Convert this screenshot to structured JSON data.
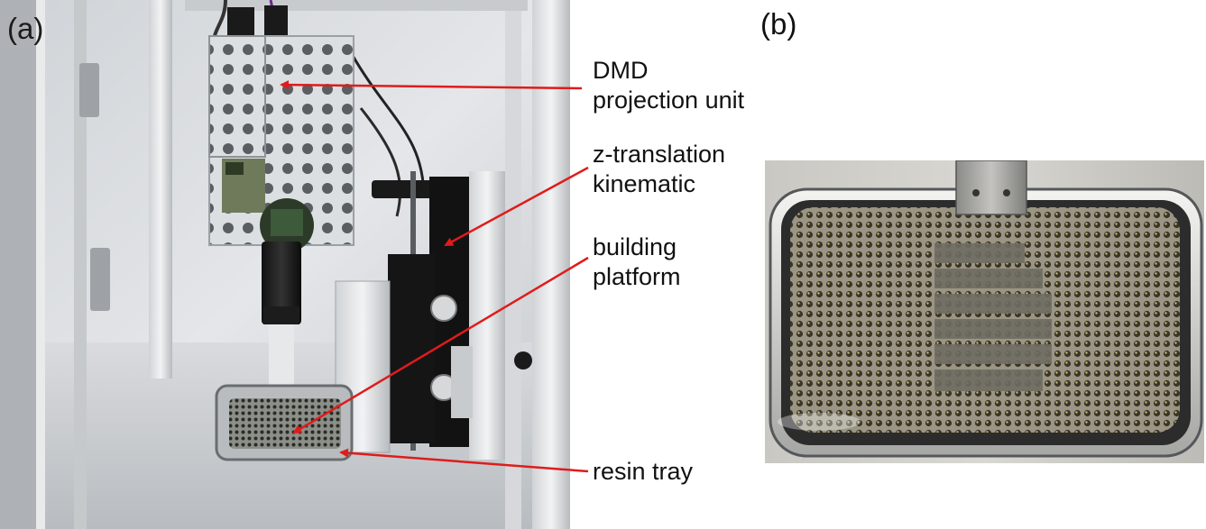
{
  "panels": {
    "a": {
      "label": "(a)"
    },
    "b": {
      "label": "(b)"
    }
  },
  "callouts": {
    "dmd": {
      "line1": "DMD",
      "line2": "projection unit"
    },
    "z_translation": {
      "line1": "z-translation",
      "line2": "kinematic"
    },
    "platform": {
      "line1": "building",
      "line2": "platform"
    },
    "tray": {
      "line1": "resin tray"
    }
  },
  "colors": {
    "arrow": "#e01b1b",
    "text": "#111111"
  }
}
